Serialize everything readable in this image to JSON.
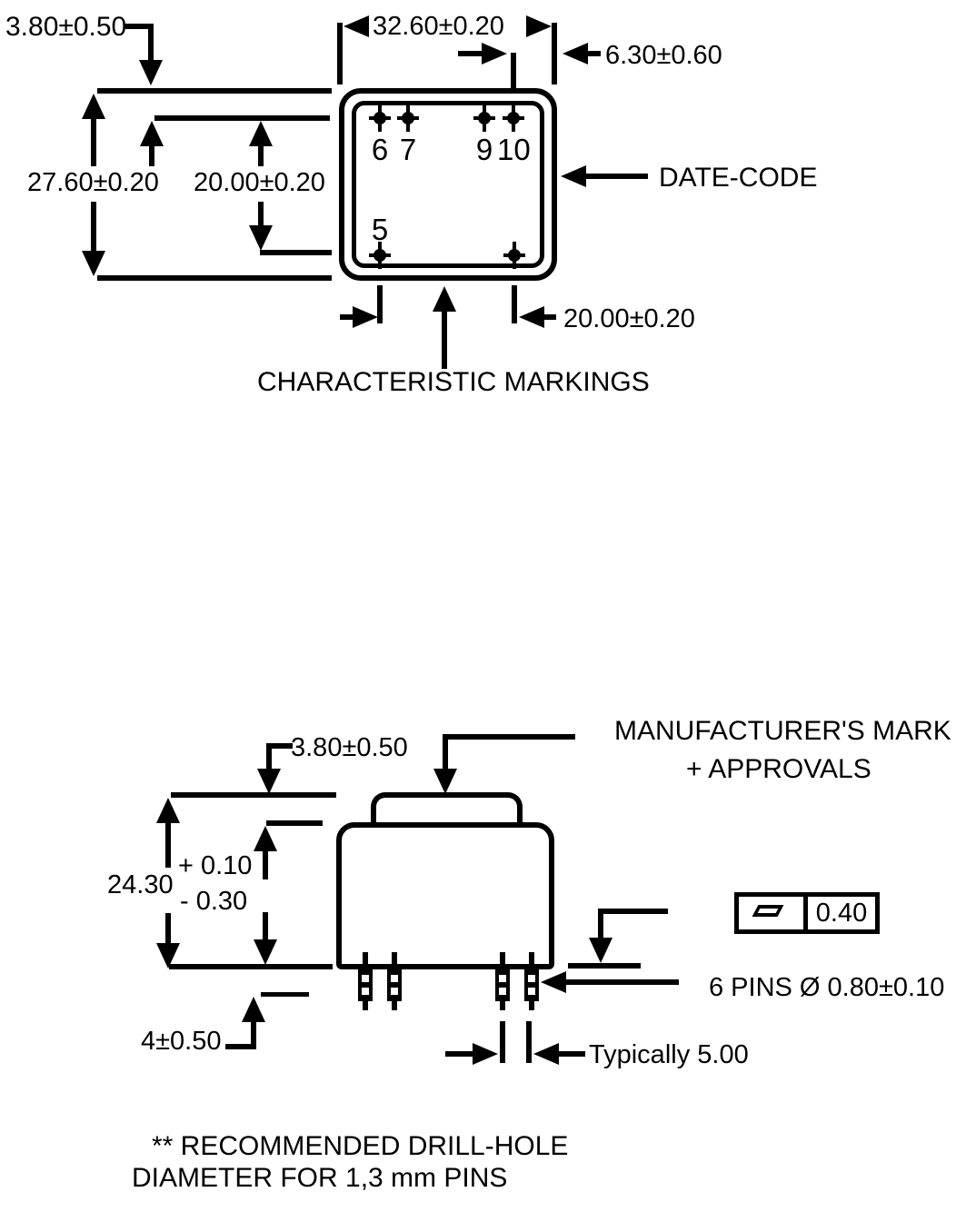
{
  "colors": {
    "ink": "#000000",
    "paper": "#ffffff"
  },
  "figure_top_view": {
    "dim_edge_to_pin_row": "3.80±0.50",
    "dim_body_width": "32.60±0.20",
    "dim_pin_to_edge": "6.30±0.60",
    "dim_body_height": "27.60±0.20",
    "dim_pin_row_span": "20.00±0.20",
    "dim_pin_col_span": "20.00±0.20",
    "date_code_label": "DATE-CODE",
    "characteristic_label": "CHARACTERISTIC MARKINGS",
    "pin_labels": {
      "p6": "6",
      "p7": "7",
      "p9": "9",
      "p10": "10",
      "p5": "5"
    }
  },
  "figure_side_view": {
    "dim_cap_offset": "3.80±0.50",
    "manufacturer_label_line1": "MANUFACTURER'S MARK",
    "manufacturer_label_line2": "+ APPROVALS",
    "dim_height_value": "24.30",
    "dim_height_tol_plus": "+ 0.10",
    "dim_height_tol_minus": "- 0.30",
    "dim_pin_length": "4±0.50",
    "flatness_tolerance": "0.40",
    "pins_label": "6 PINS Ø 0.80±0.10",
    "dim_pin_pitch": "Typically 5.00"
  },
  "footnote": {
    "line1": "** RECOMMENDED DRILL-HOLE",
    "line2": "DIAMETER FOR 1,3 mm PINS"
  }
}
